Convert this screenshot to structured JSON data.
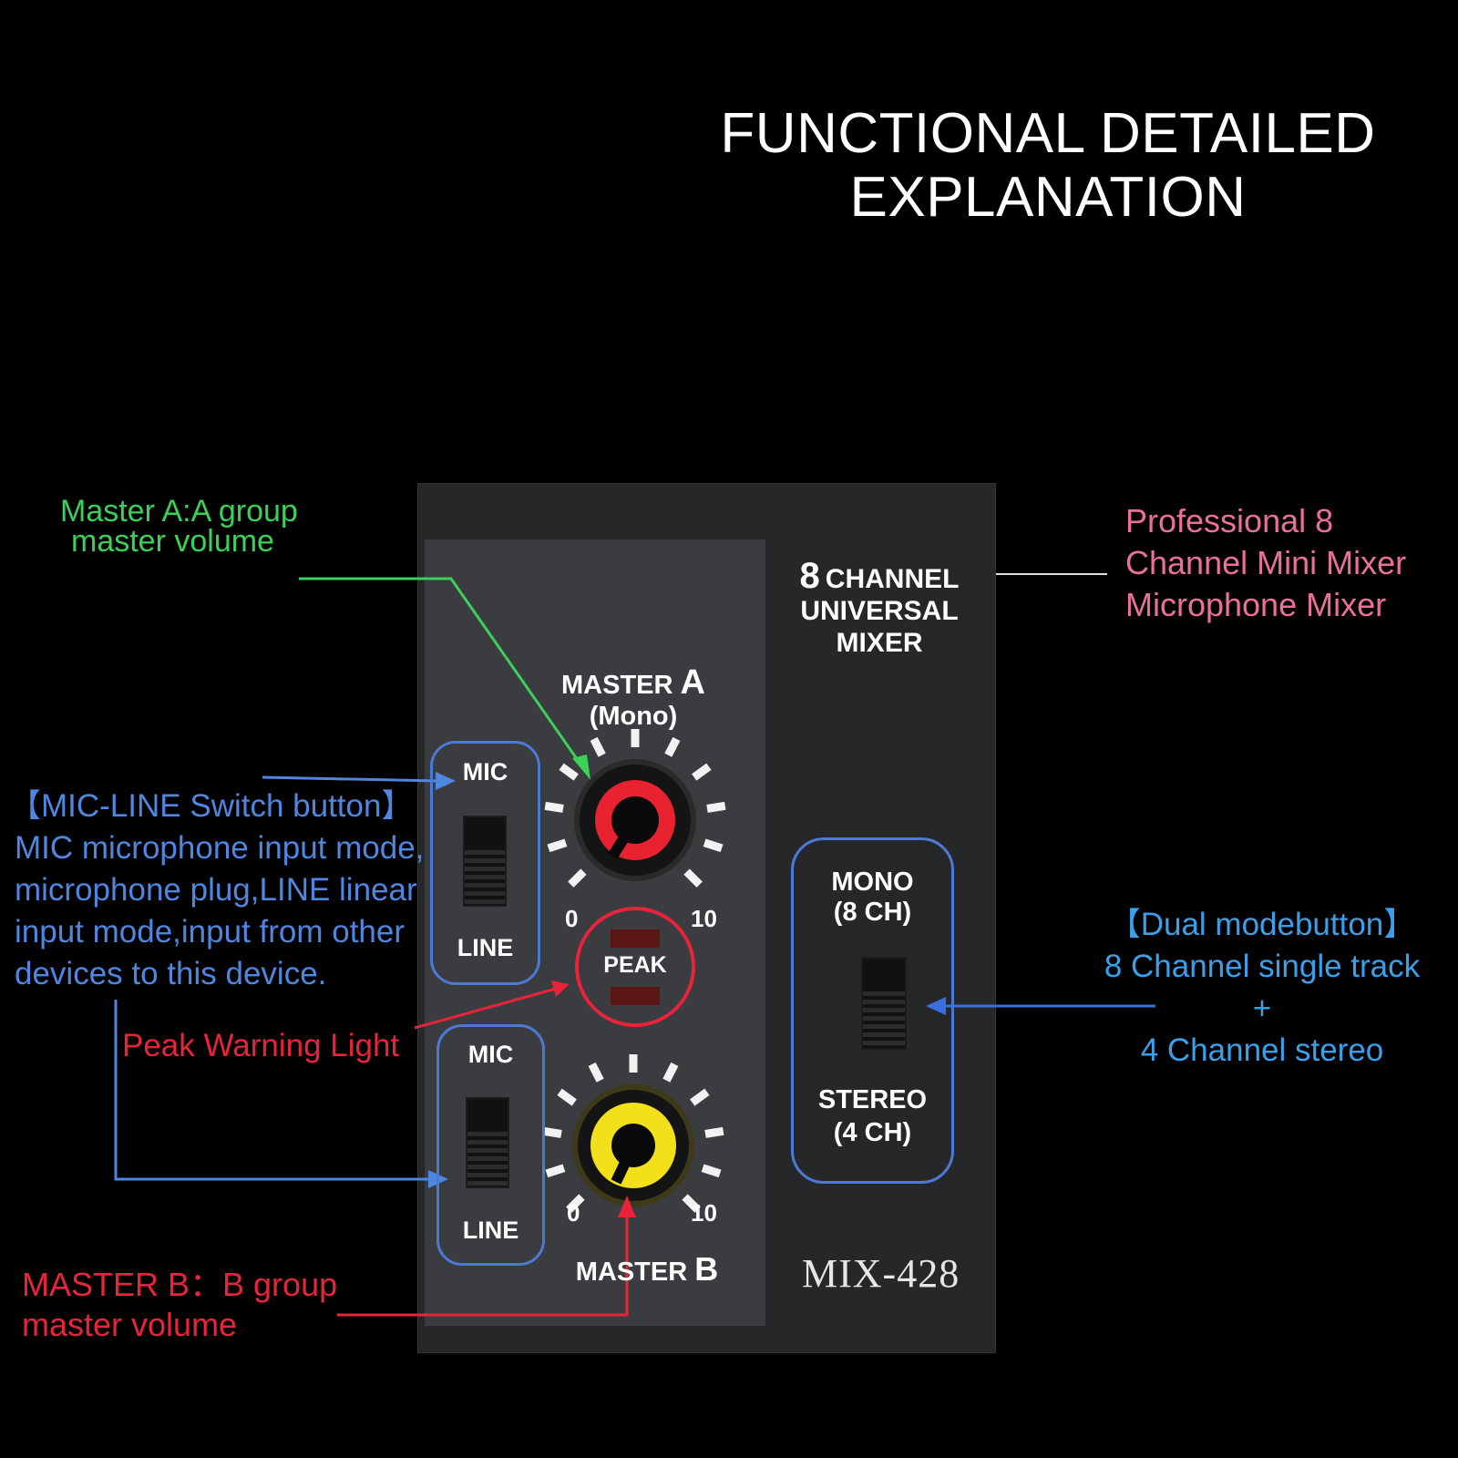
{
  "title": {
    "line1": "FUNCTIONAL DETAILED",
    "line2": "EXPLANATION"
  },
  "panel": {
    "brand": {
      "number": "8",
      "line1": "CHANNEL",
      "line2": "UNIVERSAL",
      "line3": "MIXER"
    },
    "master_a": {
      "label": "MASTER",
      "letter": "A",
      "sub": "(Mono)",
      "min": "0",
      "max": "10",
      "knob_color": "#e8222e"
    },
    "master_b": {
      "label": "MASTER",
      "letter": "B",
      "min": "0",
      "max": "10",
      "knob_color": "#f2e11a"
    },
    "switch_a": {
      "top": "MIC",
      "bottom": "LINE"
    },
    "switch_b": {
      "top": "MIC",
      "bottom": "LINE"
    },
    "peak": "PEAK",
    "mode_switch": {
      "top_line1": "MONO",
      "top_line2": "(8 CH)",
      "bottom_line1": "STEREO",
      "bottom_line2": "(4 CH)"
    },
    "model": "MIX-428"
  },
  "annotations": {
    "master_a": {
      "line1": "Master A:A group",
      "line2": "master volume",
      "color": "#3ad05a"
    },
    "product": {
      "line1": "Professional 8",
      "line2": "Channel Mini Mixer",
      "line3": "Microphone Mixer",
      "color": "#e9709a"
    },
    "mic_line": {
      "heading": "【MIC-LINE Switch button】",
      "line1": "MIC microphone input mode,",
      "line2": "microphone plug,LINE linear",
      "line3": "input mode,input from other",
      "line4": "devices to this device.",
      "color": "#4f86e0"
    },
    "peak": {
      "text": "Peak Warning Light",
      "color": "#e7243a"
    },
    "master_b": {
      "line1": "MASTER B：B group",
      "line2": "master volume",
      "color": "#e7243a"
    },
    "dual_mode": {
      "heading": "【Dual modebutton】",
      "line1": "8 Channel single track",
      "line2": "+",
      "line3": "4 Channel stereo",
      "color": "#3aa0ea"
    }
  }
}
